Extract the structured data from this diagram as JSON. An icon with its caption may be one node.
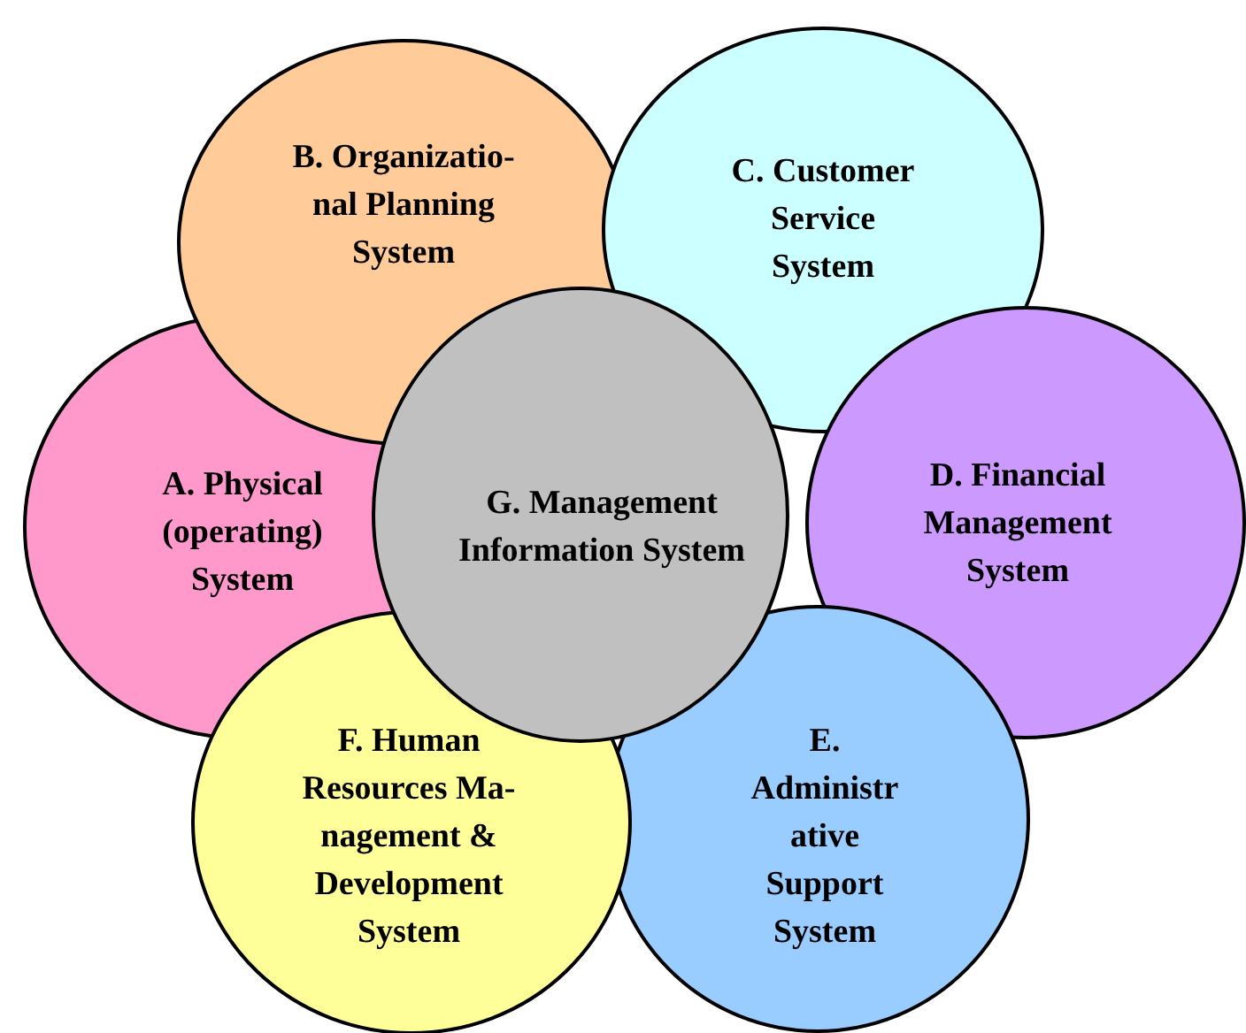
{
  "diagram": {
    "nodes": [
      {
        "text": [
          "B. Organizatio- nal Planning System"
        ]
      },
      {
        "text": [
          "C. Customer Service System"
        ]
      },
      {
        "text": [
          "A. Physical (operating) System"
        ]
      },
      {
        "text": [
          "G. Management Information System"
        ]
      },
      {
        "text": [
          "D. Financial Management System"
        ]
      },
      {
        "text": [
          "F. Human Resources Ma- nagement & Development System"
        ]
      },
      {
        "text": [
          "E. Administr ative Support System"
        ]
      }
    ]
  }
}
